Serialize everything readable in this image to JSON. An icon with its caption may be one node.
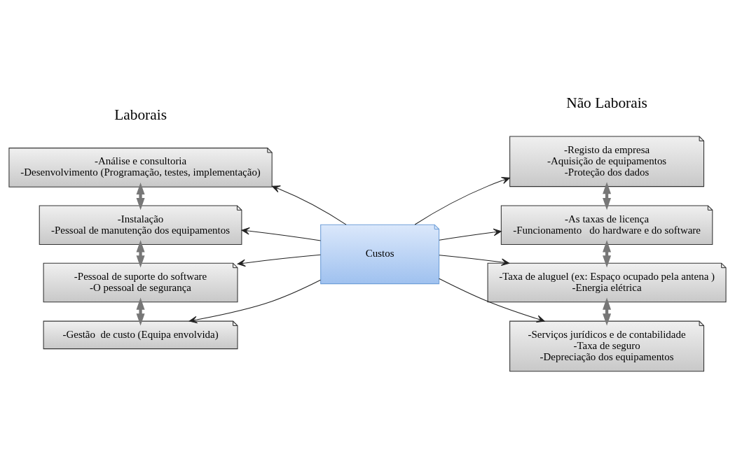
{
  "diagram": {
    "nodes": [
      {
        "text": [
          "Custos"
        ]
      },
      {
        "text": [
          "-Análise e consultoria",
          "-Desenvolvimento (Programação, testes, implementação)"
        ]
      },
      {
        "text": [
          "-Instalação",
          "-Pessoal de manutenção dos equipamentos"
        ]
      },
      {
        "text": [
          "-Pessoal de suporte do software",
          "-O pessoal de segurança"
        ]
      },
      {
        "text": [
          "-Gestão  de custo (Equipa envolvida)"
        ]
      },
      {
        "text": [
          "-Registo da empresa",
          "-Aquisição de equipamentos",
          "-Proteção dos dados"
        ]
      },
      {
        "text": [
          "-As taxas de licença",
          "-Funcionamento   do hardware e do software"
        ]
      },
      {
        "text": [
          "-Taxa de aluguel (ex: Espaço ocupado pela antena )",
          "-Energia elétrica"
        ]
      },
      {
        "text": [
          "-Serviços jurídicos e de contabilidade",
          "-Taxa de seguro",
          "-Depreciação dos equipamentos"
        ]
      }
    ],
    "edges": [
      {
        "from": 0,
        "to": 1,
        "arrow": "to"
      },
      {
        "from": 0,
        "to": 2,
        "arrow": "to"
      },
      {
        "from": 0,
        "to": 3,
        "arrow": "to"
      },
      {
        "from": 0,
        "to": 4,
        "arrow": "to"
      },
      {
        "from": 0,
        "to": 5,
        "arrow": "to"
      },
      {
        "from": 0,
        "to": 6,
        "arrow": "to"
      },
      {
        "from": 0,
        "to": 7,
        "arrow": "to"
      },
      {
        "from": 0,
        "to": 8,
        "arrow": "to"
      },
      {
        "from": 1,
        "to": 2,
        "arrow": "both",
        "style": "thick"
      },
      {
        "from": 2,
        "to": 3,
        "arrow": "both",
        "style": "thick"
      },
      {
        "from": 3,
        "to": 4,
        "arrow": "both",
        "style": "thick"
      },
      {
        "from": 5,
        "to": 6,
        "arrow": "both",
        "style": "thick"
      },
      {
        "from": 6,
        "to": 7,
        "arrow": "both",
        "style": "thick"
      },
      {
        "from": 7,
        "to": 8,
        "arrow": "both",
        "style": "thick"
      }
    ],
    "labels": [
      "Laborais",
      "Não Laborais"
    ]
  }
}
